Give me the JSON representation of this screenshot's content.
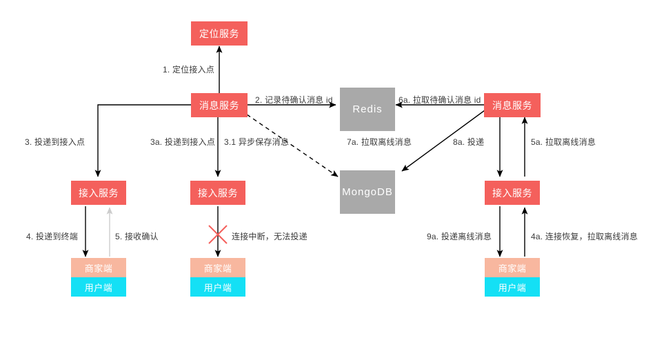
{
  "diagram": {
    "title": "IM message delivery flow",
    "colors": {
      "service_red": "#f4605c",
      "store_gray": "#a9a9a9",
      "merchant_client": "#f8b79f",
      "user_client": "#14e0f5",
      "arrow_black": "#000000",
      "arrow_light": "#cccccc",
      "cross_red": "#f4605c",
      "label_text": "#3b3b3b",
      "background": "#ffffff"
    },
    "nodes": [
      {
        "id": "locate-service",
        "label": "定位服务",
        "type": "service"
      },
      {
        "id": "message-service-left",
        "label": "消息服务",
        "type": "service"
      },
      {
        "id": "message-service-right",
        "label": "消息服务",
        "type": "service"
      },
      {
        "id": "access-service-1",
        "label": "接入服务",
        "type": "service"
      },
      {
        "id": "access-service-2",
        "label": "接入服务",
        "type": "service"
      },
      {
        "id": "access-service-3",
        "label": "接入服务",
        "type": "service"
      },
      {
        "id": "redis",
        "label": "Redis",
        "type": "store"
      },
      {
        "id": "mongodb",
        "label": "MongoDB",
        "type": "store"
      },
      {
        "id": "client-1-merchant",
        "label": "商家端",
        "type": "client-merchant"
      },
      {
        "id": "client-1-user",
        "label": "用户端",
        "type": "client-user"
      },
      {
        "id": "client-2-merchant",
        "label": "商家端",
        "type": "client-merchant"
      },
      {
        "id": "client-2-user",
        "label": "用户端",
        "type": "client-user"
      },
      {
        "id": "client-3-merchant",
        "label": "商家端",
        "type": "client-merchant"
      },
      {
        "id": "client-3-user",
        "label": "用户端",
        "type": "client-user"
      }
    ],
    "edges": [
      {
        "id": "e1",
        "label": "1. 定位接入点",
        "from": "message-service-left",
        "to": "locate-service",
        "style": "solid"
      },
      {
        "id": "e2",
        "label": "2. 记录待确认消息 id",
        "from": "message-service-left",
        "to": "redis",
        "style": "solid"
      },
      {
        "id": "e3",
        "label": "3. 投递到接入点",
        "from": "message-service-left",
        "to": "access-service-1",
        "style": "solid"
      },
      {
        "id": "e3a",
        "label": "3a. 投递到接入点",
        "from": "message-service-left",
        "to": "access-service-2",
        "style": "solid"
      },
      {
        "id": "e31",
        "label": "3.1 异步保存消息",
        "from": "message-service-left",
        "to": "mongodb",
        "style": "dashed"
      },
      {
        "id": "e4",
        "label": "4. 投递到终端",
        "from": "access-service-1",
        "to": "client-1",
        "style": "solid"
      },
      {
        "id": "e5",
        "label": "5. 接收确认",
        "from": "client-1",
        "to": "access-service-1",
        "style": "light"
      },
      {
        "id": "ex",
        "label": "连接中断，无法投递",
        "from": "access-service-2",
        "to": "client-2",
        "style": "blocked"
      },
      {
        "id": "e6a",
        "label": "6a. 拉取待确认消息 id",
        "from": "message-service-right",
        "to": "redis",
        "style": "solid"
      },
      {
        "id": "e7a",
        "label": "7a. 拉取离线消息",
        "from": "message-service-right",
        "to": "mongodb",
        "style": "solid"
      },
      {
        "id": "e8a",
        "label": "8a. 投递",
        "from": "message-service-right",
        "to": "access-service-3",
        "style": "solid"
      },
      {
        "id": "e5a",
        "label": "5a. 拉取离线消息",
        "from": "access-service-3",
        "to": "message-service-right",
        "style": "solid"
      },
      {
        "id": "e9a",
        "label": "9a. 投递离线消息",
        "from": "access-service-3",
        "to": "client-3",
        "style": "solid"
      },
      {
        "id": "e4a",
        "label": "4a. 连接恢复，拉取离线消息",
        "from": "client-3",
        "to": "access-service-3",
        "style": "solid"
      }
    ]
  }
}
